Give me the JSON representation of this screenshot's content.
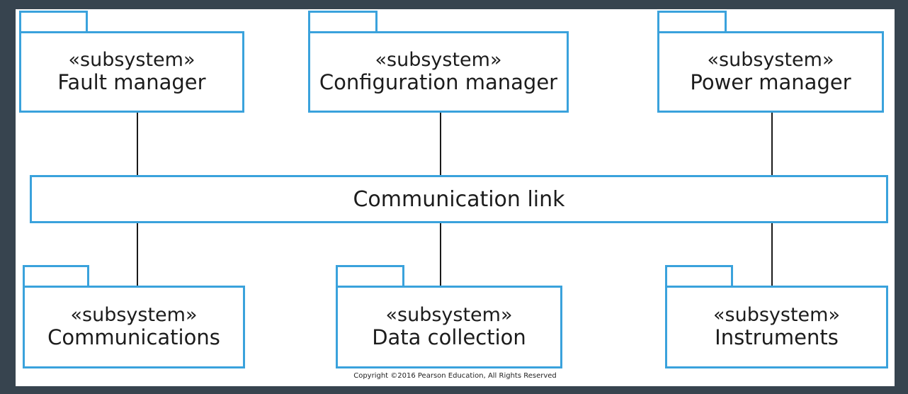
{
  "diagram": {
    "link": {
      "label": "Communication link"
    },
    "packages": [
      {
        "stereotype": "«subsystem»",
        "name": "Fault manager"
      },
      {
        "stereotype": "«subsystem»",
        "name": "Configuration manager"
      },
      {
        "stereotype": "«subsystem»",
        "name": "Power manager"
      },
      {
        "stereotype": "«subsystem»",
        "name": "Communications"
      },
      {
        "stereotype": "«subsystem»",
        "name": "Data collection"
      },
      {
        "stereotype": "«subsystem»",
        "name": "Instruments"
      }
    ],
    "copyright": "Copyright ©2016 Pearson Education, All Rights Reserved",
    "colors": {
      "border": "#3aa2dc",
      "background": "#37444f",
      "text": "#1c1c1c"
    }
  }
}
